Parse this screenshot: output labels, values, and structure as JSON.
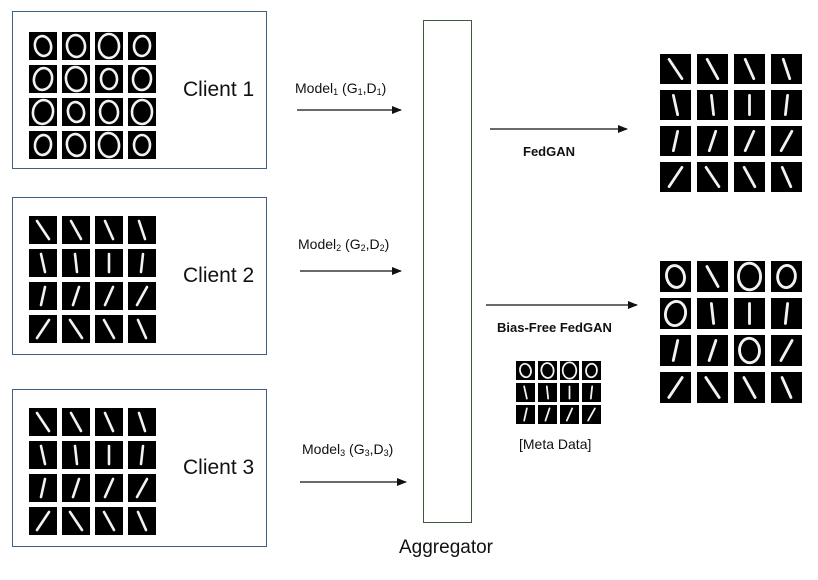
{
  "clients": [
    {
      "label": "Client 1",
      "model": {
        "name": "Model",
        "sub": "1",
        "g": "G",
        "g_sub": "1",
        "d": "D",
        "d_sub": "1"
      },
      "digits": [
        0,
        0,
        0,
        0,
        0,
        0,
        0,
        0,
        0,
        0,
        0,
        0,
        0,
        0,
        0,
        0
      ]
    },
    {
      "label": "Client 2",
      "model": {
        "name": "Model",
        "sub": "2",
        "g": "G",
        "g_sub": "2",
        "d": "D",
        "d_sub": "2"
      },
      "digits": [
        1,
        1,
        1,
        1,
        1,
        1,
        1,
        1,
        1,
        1,
        1,
        1,
        1,
        1,
        1,
        1
      ]
    },
    {
      "label": "Client 3",
      "model": {
        "name": "Model",
        "sub": "3",
        "g": "G",
        "g_sub": "3",
        "d": "D",
        "d_sub": "3"
      },
      "digits": [
        1,
        1,
        1,
        1,
        1,
        1,
        1,
        1,
        1,
        1,
        1,
        1,
        1,
        1,
        1,
        1
      ]
    }
  ],
  "aggregator": {
    "label": "Aggregator"
  },
  "outputs": [
    {
      "label": "FedGAN",
      "digits": [
        1,
        1,
        1,
        1,
        1,
        1,
        1,
        1,
        1,
        1,
        1,
        1,
        1,
        1,
        1,
        1
      ]
    },
    {
      "label": "Bias-Free FedGAN",
      "digits": [
        0,
        1,
        0,
        0,
        0,
        1,
        1,
        1,
        1,
        1,
        0,
        1,
        1,
        1,
        1,
        1
      ]
    }
  ],
  "meta": {
    "label": "[Meta Data]",
    "digits": [
      0,
      0,
      0,
      0,
      1,
      1,
      1,
      1,
      1,
      1,
      1,
      1
    ]
  }
}
